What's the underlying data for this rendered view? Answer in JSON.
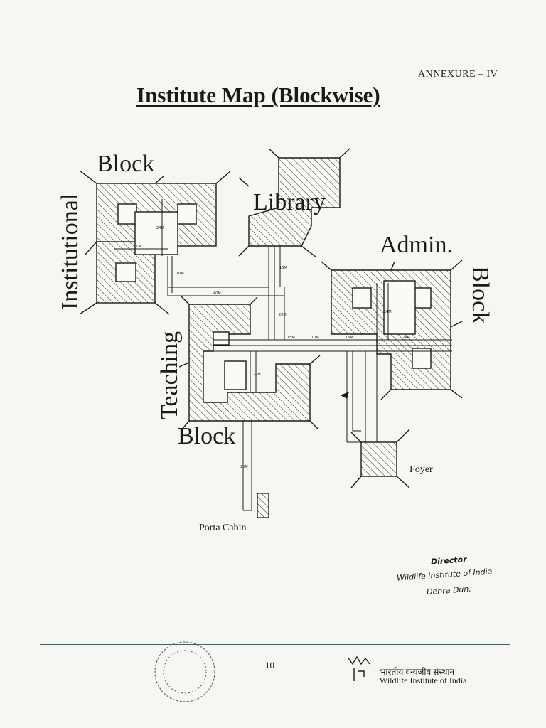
{
  "header": {
    "annexure": "ANNEXURE – IV",
    "title": "Institute Map  (Blockwise)"
  },
  "labels": {
    "institutional": "Institutional",
    "block_top": "Block",
    "library": "Library",
    "admin": "Admin.",
    "admin_block": "Block",
    "teaching": "Teaching",
    "teaching_block": "Block",
    "foyer": "Foyer",
    "porta_cabin": "Porta Cabin"
  },
  "distances": [
    "24M",
    "21M",
    "10M",
    "40M",
    "18M",
    "25M",
    "15M",
    "10M",
    "15M",
    "24M",
    "24M",
    "24M",
    "20M"
  ],
  "signature": {
    "line1": "Director",
    "line2": "Wildlife Institute of India",
    "line3": "Dehra Dun."
  },
  "footer": {
    "page_number": "10",
    "org_hindi": "भारतीय वन्यजीव संस्थान",
    "org_english": "Wildlife Institute of India"
  },
  "colors": {
    "ink": "#1a1a1a",
    "paper": "#f7f6f2",
    "rule": "#2a6a7a"
  }
}
